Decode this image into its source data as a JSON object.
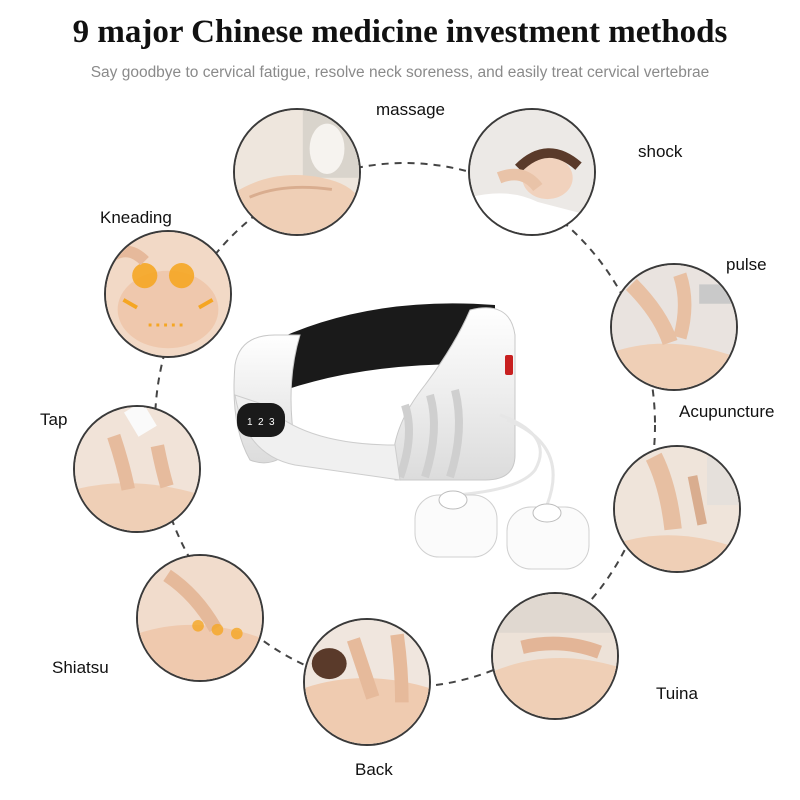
{
  "header": {
    "title": "9 major Chinese medicine investment methods",
    "subtitle": "Say goodbye to cervical fatigue, resolve neck soreness, and easily treat cervical vertebrae"
  },
  "methods": [
    {
      "label": "massage"
    },
    {
      "label": "shock"
    },
    {
      "label": "Kneading"
    },
    {
      "label": "pulse"
    },
    {
      "label": "Tap"
    },
    {
      "label": "Acupuncture"
    },
    {
      "label": "Shiatsu"
    },
    {
      "label": "Tuina"
    },
    {
      "label": "Back"
    }
  ],
  "device": {
    "buttons": [
      "1",
      "2",
      "3"
    ]
  },
  "colors": {
    "ring": "#444444",
    "device_body": "#f4f4f4",
    "device_screen": "#1a1a1a",
    "skin": "#f1d2bd",
    "highlight": "#f5a623"
  }
}
